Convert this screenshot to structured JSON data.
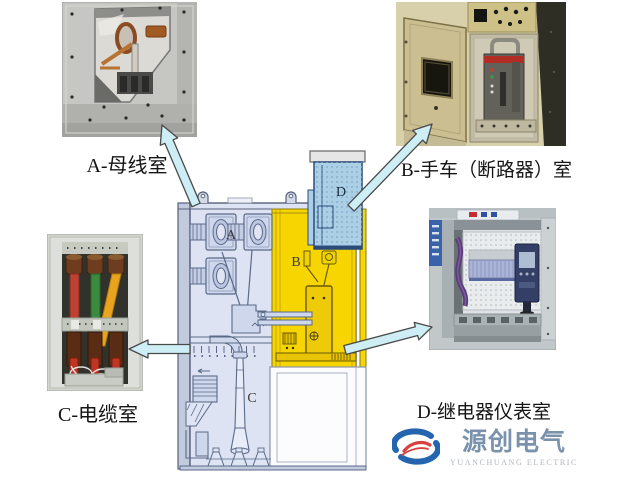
{
  "captions": {
    "a": "A-母线室",
    "b": "B-手车（断路器）室",
    "c": "C-电缆室",
    "d": "D-继电器仪表室"
  },
  "diagram_labels": {
    "a": "A",
    "b": "B",
    "c": "C",
    "d": "D"
  },
  "logo": {
    "cn": "源创电气",
    "en": "YUANCHUANG ELECTRIC"
  },
  "colors": {
    "compartment_light": "#dde3f2",
    "compartment_b": "#f6d500",
    "compartment_b_dark": "#e8c404",
    "compartment_d": "#abd0e6",
    "arrow": "#cdeef5",
    "logo_blue": "#2565b0",
    "logo_red": "#d94040"
  }
}
